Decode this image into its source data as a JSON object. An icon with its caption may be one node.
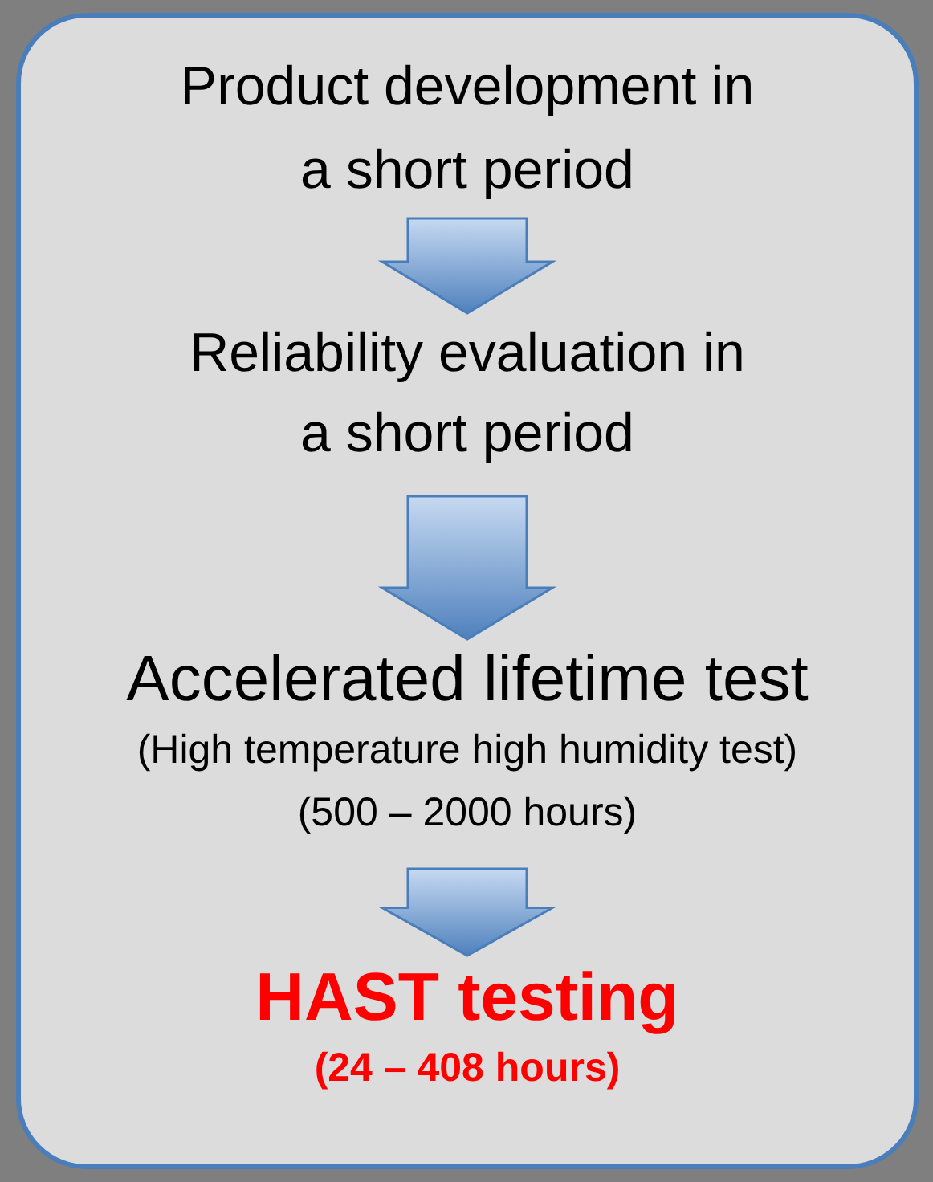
{
  "diagram": {
    "nodes": [
      {
        "text": [],
        "shape": "box"
      },
      {
        "text": [
          "Product development in a short period"
        ],
        "in": 0
      },
      {
        "text": [
          "Reliability evaluation in a short period"
        ],
        "in": 0
      },
      {
        "text": [
          "Accelerated lifetime test",
          "(High temperature high humidity test)",
          "(500 – 2000 hours)"
        ],
        "in": 0
      },
      {
        "text": [
          "HAST testing",
          "(24 – 408 hours)"
        ],
        "in": 0
      }
    ],
    "edges": [
      {
        "from": 1,
        "to": 2,
        "arrow": "to"
      },
      {
        "from": 2,
        "to": 3,
        "arrow": "to"
      },
      {
        "from": 3,
        "to": 4,
        "arrow": "to"
      }
    ]
  }
}
